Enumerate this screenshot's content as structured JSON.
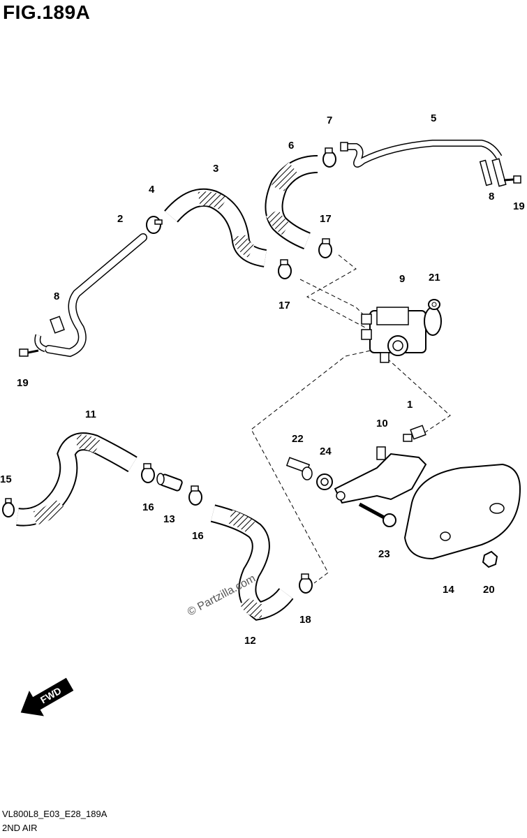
{
  "figure_title": "FIG.189A",
  "footer_code": "VL800L8_E03_E28_189A",
  "footer_subtitle": "2ND AIR",
  "watermark": "© Partzilla.com",
  "direction_label": "FWD",
  "callouts": [
    "1",
    "2",
    "3",
    "4",
    "5",
    "6",
    "7",
    "8",
    "8",
    "9",
    "10",
    "11",
    "12",
    "13",
    "14",
    "15",
    "16",
    "16",
    "17",
    "17",
    "18",
    "19",
    "19",
    "20",
    "21",
    "22",
    "23",
    "24"
  ]
}
